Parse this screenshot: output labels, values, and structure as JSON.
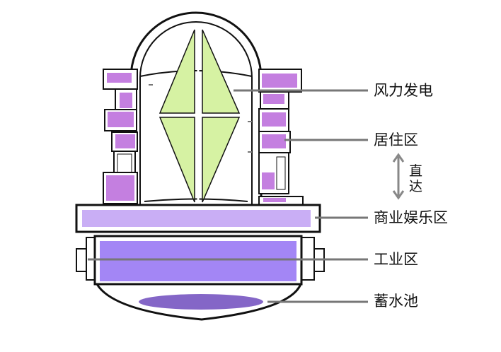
{
  "labels": {
    "wind_power": "风力发电",
    "residential": "居住区",
    "direct_1": "直",
    "direct_2": "达",
    "commercial": "商业娱乐区",
    "industrial": "工业区",
    "reservoir": "蓄水池"
  },
  "colors": {
    "blade_fill": "#d6f2a3",
    "residential_fill": "#c47fe0",
    "commercial_fill": "#c9aef5",
    "industrial_fill": "#a386f5",
    "reservoir_fill": "#8466c7",
    "leader_line": "#777777"
  }
}
